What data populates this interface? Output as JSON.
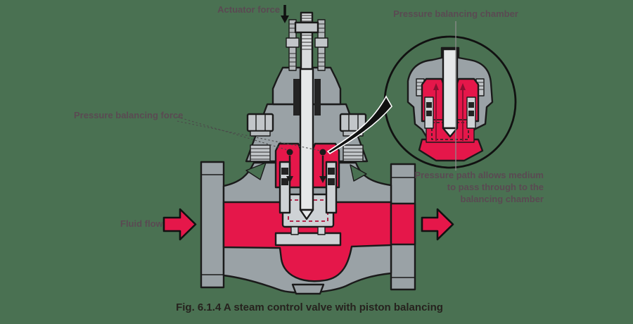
{
  "figure": {
    "caption": "Fig. 6.1.4 A steam control valve with piston balancing"
  },
  "labels": {
    "actuator_force": "Actuator force",
    "pressure_balancing_chamber": "Pressure balancing chamber",
    "pressure_balancing_force": "Pressure balancing force",
    "pressure_path": [
      "Pressure path allows medium",
      "to pass through to the",
      "balancing chamber"
    ],
    "fluid_flow": "Fluid flow"
  },
  "icons": {
    "actuator_arrow": "down-arrow",
    "fluid_flow_arrow": "right-block-arrow",
    "outlet_flow_arrow": "right-block-arrow",
    "magnifier_link": "tapered-swoosh"
  },
  "colors": {
    "background": "#4a7152",
    "medium_red": "#e5174a",
    "body_gray": "#9aa2a6",
    "internals_gray": "#ced2d5",
    "stem_gray": "#e6e8e9",
    "outline": "#1a1a1a",
    "label_text": "#5a4a52",
    "caption_text": "#26221e",
    "leader_line": "#8a8a8a"
  }
}
